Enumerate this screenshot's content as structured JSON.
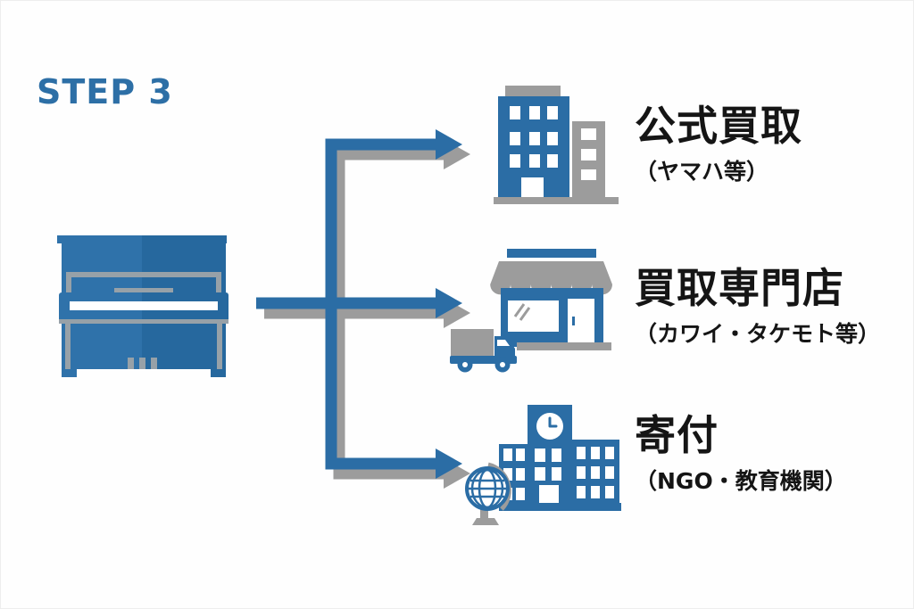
{
  "page": {
    "step_label": "STEP 3"
  },
  "source": {
    "name": "upright-piano"
  },
  "options": [
    {
      "title": "公式買取",
      "subtitle": "（ヤマハ等）",
      "icon": "office-buildings-icon"
    },
    {
      "title": "買取専門店",
      "subtitle": "（カワイ・タケモト等）",
      "icon": "storefront-and-truck-icon"
    },
    {
      "title": "寄付",
      "subtitle": "（NGO・教育機関）",
      "icon": "school-and-globe-icon"
    }
  ],
  "colors": {
    "accent_blue": "#2B6DA5",
    "accent_blue_light": "#2F72AA",
    "accent_blue_dark": "#26689E",
    "shadow_gray": "#9C9C9C",
    "trim_gray": "#97A1A8",
    "step_blue": "#2D6FA6",
    "text_black": "#151515"
  }
}
